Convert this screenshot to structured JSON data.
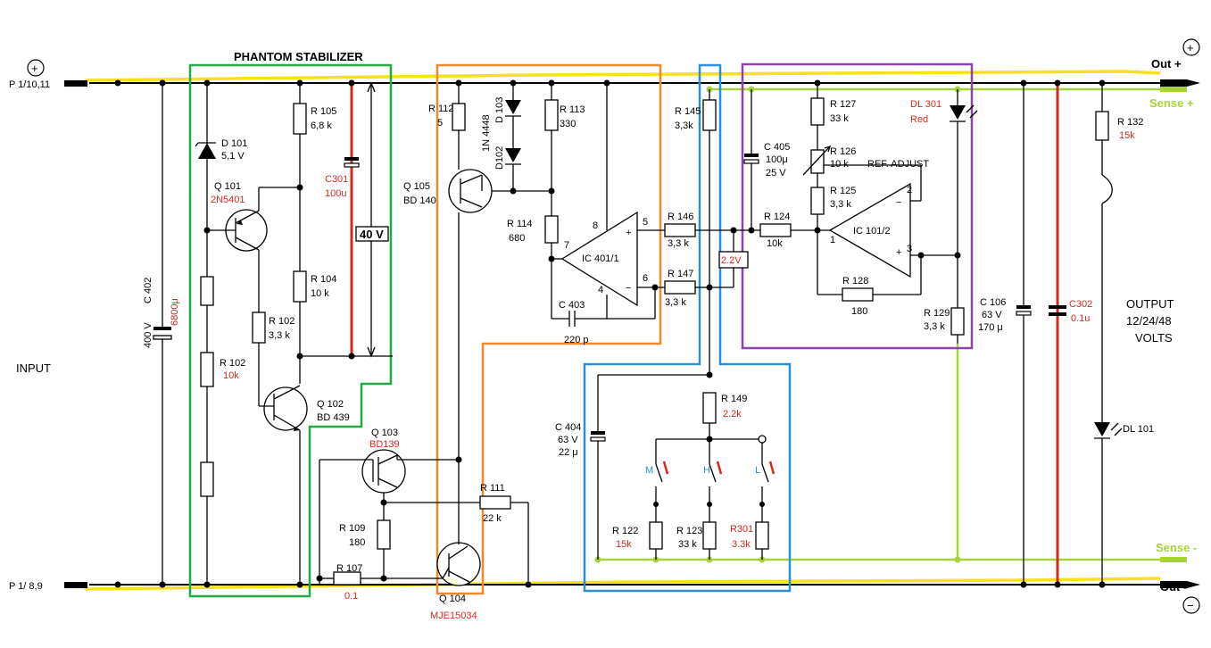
{
  "title": "PHANTOM STABILIZER",
  "colors": {
    "rail": "#f5e21a",
    "sense": "#a6d33a",
    "red_wire": "#d42a1e",
    "green_box": "#27a844",
    "orange_box": "#f0892a",
    "blue_box": "#2a8fd8",
    "purple_box": "#8e44ad"
  },
  "terminals": {
    "input_pos": "P 1/10,11",
    "input_neg": "P 1/ 8,9",
    "input_label": "INPUT",
    "plus_symbol": "+",
    "minus_symbol": "−",
    "out_plus": "Out +",
    "out_minus": "Out -",
    "sense_plus": "Sense +",
    "sense_minus": "Sense -",
    "output_label_1": "OUTPUT",
    "output_label_2": "12/24/48",
    "output_label_3": "VOLTS"
  },
  "components": {
    "c402": {
      "name": "C 402",
      "value": "400 V",
      "red": "6800μ"
    },
    "d101": {
      "name": "D 101",
      "value": "5,1 V"
    },
    "q101": {
      "name": "Q 101",
      "red": "2N5401"
    },
    "r102a": {
      "name": "R 102",
      "red": "10k"
    },
    "r105": {
      "name": "R 105",
      "value": "6,8 k"
    },
    "r104": {
      "name": "R 104",
      "value": "10 k"
    },
    "r102b": {
      "name": "R 102",
      "value": "3,3 k"
    },
    "q102": {
      "name": "Q 102",
      "value": "BD 439"
    },
    "c301": {
      "red1": "C301",
      "red2": "100u"
    },
    "v40": "40 V",
    "r112": {
      "name": "R 112",
      "value": "5"
    },
    "d103": {
      "name": "D 103"
    },
    "d102": {
      "name": "D102",
      "value": "1N 4448"
    },
    "r113": {
      "name": "R 113",
      "value": "330"
    },
    "q105": {
      "name": "Q 105",
      "value": "BD 140"
    },
    "r114": {
      "name": "R 114",
      "value": "680"
    },
    "ic401_1": "IC 401/1",
    "c403": {
      "name": "C 403",
      "value": "220 p"
    },
    "q103": {
      "name": "Q 103",
      "red": "BD139"
    },
    "r111": {
      "name": "R 111",
      "value": "22 k"
    },
    "r109": {
      "name": "R 109",
      "value": "180"
    },
    "r107": {
      "name": "R 107",
      "red": "0.1"
    },
    "q104": {
      "name": "Q 104",
      "red": "MJE15034"
    },
    "r145": {
      "name": "R 145",
      "value": "3,3k"
    },
    "r146": {
      "name": "R 146",
      "value": "3,3 k"
    },
    "r147": {
      "name": "R 147",
      "value": "3,3 k"
    },
    "v22": "2.2V",
    "c404": {
      "name": "C 404",
      "value1": "63 V",
      "value2": "22 μ"
    },
    "r149": {
      "name": "R 149",
      "red": "2.2k"
    },
    "switch_m": "M",
    "switch_h": "H",
    "switch_l": "L",
    "r122": {
      "name": "R 122",
      "red": "15k"
    },
    "r123": {
      "name": "R 123",
      "value": "33 k"
    },
    "r301": {
      "red1": "R301",
      "red2": "3.3k"
    },
    "c405": {
      "name": "C 405",
      "value1": "100μ",
      "value2": "25 V"
    },
    "r127": {
      "name": "R 127",
      "value": "33 k"
    },
    "r126": {
      "name": "R 126",
      "value": "10 k"
    },
    "ref_adjust": "REF. ADJUST",
    "r125": {
      "name": "R 125",
      "value": "3,3 k"
    },
    "r124": {
      "name": "R 124",
      "value": "10k"
    },
    "ic401_2": "IC 101/2",
    "r128": {
      "name": "R 128",
      "value": "180"
    },
    "dl301": {
      "red1": "DL 301",
      "red2": "Red"
    },
    "r129": {
      "name": "R 129",
      "value": "3,3 k"
    },
    "c406": {
      "name": "C 106",
      "value1": "63 V",
      "value2": "170 μ"
    },
    "c302": {
      "red1": "C302",
      "red2": "0.1u"
    },
    "r132": {
      "name": "R 132",
      "red": "15k"
    },
    "dl101": {
      "name": "DL 101"
    },
    "pins": {
      "p8": "8",
      "p7": "7",
      "p5": "5",
      "p6": "6",
      "p4": "4",
      "p1": "1",
      "p2": "2",
      "p3": "3"
    },
    "signs": {
      "plus": "+",
      "minus": "−"
    }
  }
}
